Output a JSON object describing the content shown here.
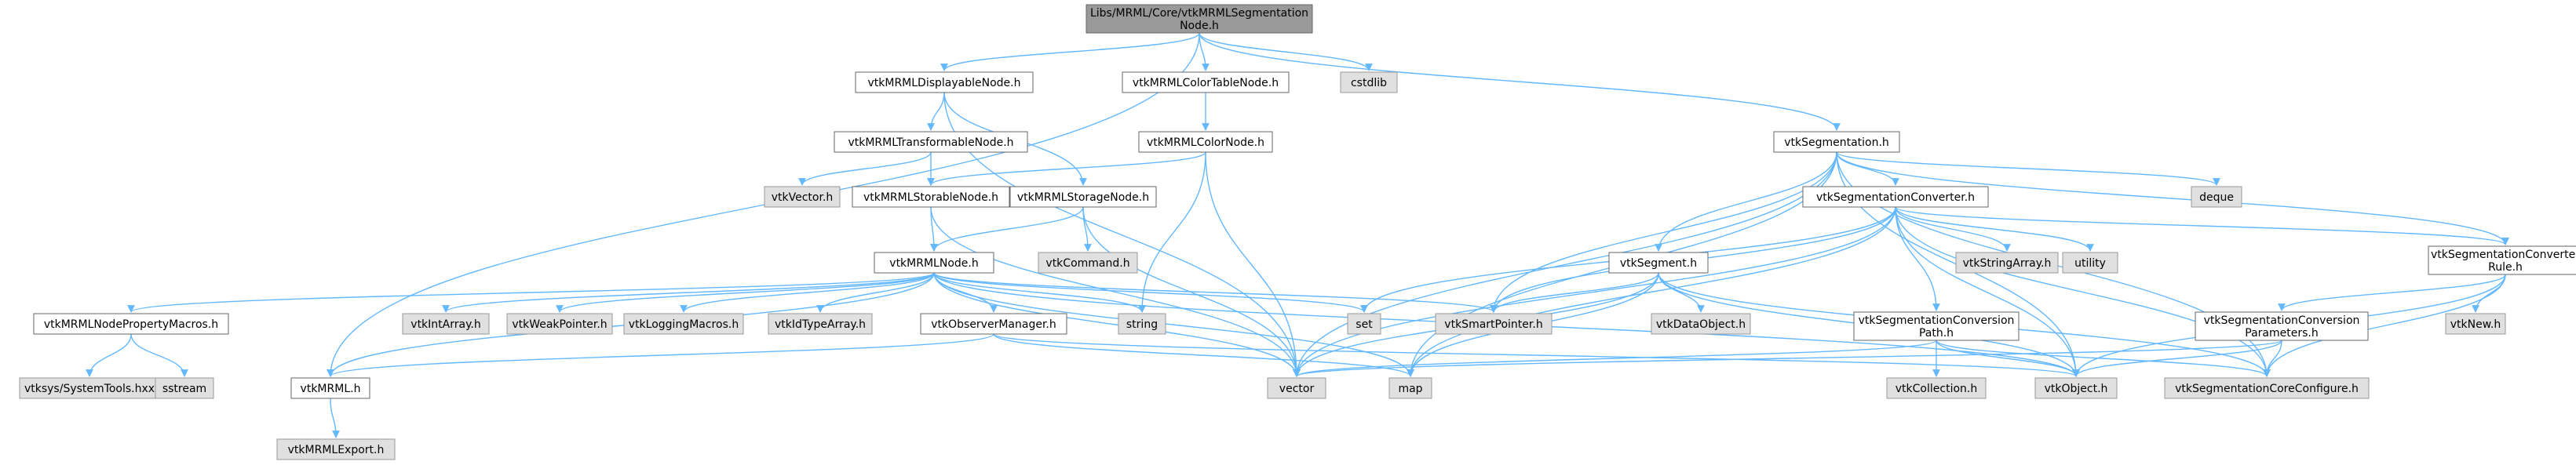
{
  "diagram": {
    "edge_color": "#63b8ff",
    "root_fill": "#999999",
    "doc_fill": "#ffffff",
    "external_fill": "#e0e0e0",
    "nodes": {
      "root": {
        "lines": [
          "Libs/MRML/Core/vtkMRMLSegmentation",
          "Node.h"
        ],
        "kind": "root"
      },
      "displayable": {
        "lines": [
          "vtkMRMLDisplayableNode.h"
        ],
        "kind": "doc"
      },
      "colortable": {
        "lines": [
          "vtkMRMLColorTableNode.h"
        ],
        "kind": "doc"
      },
      "cstdlib": {
        "lines": [
          "cstdlib"
        ],
        "kind": "ext"
      },
      "transformable": {
        "lines": [
          "vtkMRMLTransformableNode.h"
        ],
        "kind": "doc"
      },
      "colornode": {
        "lines": [
          "vtkMRMLColorNode.h"
        ],
        "kind": "doc"
      },
      "segmentation": {
        "lines": [
          "vtkSegmentation.h"
        ],
        "kind": "doc"
      },
      "vtkvector": {
        "lines": [
          "vtkVector.h"
        ],
        "kind": "ext"
      },
      "storable": {
        "lines": [
          "vtkMRMLStorableNode.h"
        ],
        "kind": "doc"
      },
      "storage": {
        "lines": [
          "vtkMRMLStorageNode.h"
        ],
        "kind": "doc"
      },
      "segconverter": {
        "lines": [
          "vtkSegmentationConverter.h"
        ],
        "kind": "doc"
      },
      "deque": {
        "lines": [
          "deque"
        ],
        "kind": "ext"
      },
      "vtkcommand": {
        "lines": [
          "vtkCommand.h"
        ],
        "kind": "ext"
      },
      "mrmlnode": {
        "lines": [
          "vtkMRMLNode.h"
        ],
        "kind": "doc"
      },
      "stringarray": {
        "lines": [
          "vtkStringArray.h"
        ],
        "kind": "ext"
      },
      "utility": {
        "lines": [
          "utility"
        ],
        "kind": "ext"
      },
      "convrule": {
        "lines": [
          "vtkSegmentationConverter",
          "Rule.h"
        ],
        "kind": "doc"
      },
      "segment": {
        "lines": [
          "vtkSegment.h"
        ],
        "kind": "doc"
      },
      "propmacros": {
        "lines": [
          "vtkMRMLNodePropertyMacros.h"
        ],
        "kind": "doc"
      },
      "intarray": {
        "lines": [
          "vtkIntArray.h"
        ],
        "kind": "ext"
      },
      "weakptr": {
        "lines": [
          "vtkWeakPointer.h"
        ],
        "kind": "ext"
      },
      "logmacros": {
        "lines": [
          "vtkLoggingMacros.h"
        ],
        "kind": "ext"
      },
      "idtypearray": {
        "lines": [
          "vtkIdTypeArray.h"
        ],
        "kind": "ext"
      },
      "obsmanager": {
        "lines": [
          "vtkObserverManager.h"
        ],
        "kind": "doc"
      },
      "string": {
        "lines": [
          "string"
        ],
        "kind": "ext"
      },
      "set": {
        "lines": [
          "set"
        ],
        "kind": "ext"
      },
      "smartptr": {
        "lines": [
          "vtkSmartPointer.h"
        ],
        "kind": "ext"
      },
      "dataobject": {
        "lines": [
          "vtkDataObject.h"
        ],
        "kind": "ext"
      },
      "convpath": {
        "lines": [
          "vtkSegmentationConversion",
          "Path.h"
        ],
        "kind": "doc"
      },
      "convparams": {
        "lines": [
          "vtkSegmentationConversion",
          "Parameters.h"
        ],
        "kind": "doc"
      },
      "vtknew": {
        "lines": [
          "vtkNew.h"
        ],
        "kind": "ext"
      },
      "systools": {
        "lines": [
          "vtksys/SystemTools.hxx"
        ],
        "kind": "ext"
      },
      "sstream": {
        "lines": [
          "sstream"
        ],
        "kind": "ext"
      },
      "vtkmrml": {
        "lines": [
          "vtkMRML.h"
        ],
        "kind": "doc"
      },
      "vector": {
        "lines": [
          "vector"
        ],
        "kind": "ext"
      },
      "map": {
        "lines": [
          "map"
        ],
        "kind": "ext"
      },
      "collection": {
        "lines": [
          "vtkCollection.h"
        ],
        "kind": "ext"
      },
      "vtkobject": {
        "lines": [
          "vtkObject.h"
        ],
        "kind": "ext"
      },
      "coreconfig": {
        "lines": [
          "vtkSegmentationCoreConfigure.h"
        ],
        "kind": "ext"
      },
      "mrmlexport": {
        "lines": [
          "vtkMRMLExport.h"
        ],
        "kind": "ext"
      }
    },
    "edges": [
      [
        "root",
        "displayable"
      ],
      [
        "root",
        "colortable"
      ],
      [
        "root",
        "cstdlib"
      ],
      [
        "root",
        "segmentation"
      ],
      [
        "root",
        "vtkmrml"
      ],
      [
        "displayable",
        "transformable"
      ],
      [
        "displayable",
        "storage"
      ],
      [
        "displayable",
        "vector"
      ],
      [
        "colortable",
        "colornode"
      ],
      [
        "colornode",
        "storable"
      ],
      [
        "colornode",
        "string"
      ],
      [
        "colornode",
        "vector"
      ],
      [
        "transformable",
        "vtkvector"
      ],
      [
        "transformable",
        "storable"
      ],
      [
        "storable",
        "mrmlnode"
      ],
      [
        "storable",
        "vector"
      ],
      [
        "storage",
        "mrmlnode"
      ],
      [
        "storage",
        "vtkcommand"
      ],
      [
        "storage",
        "vector"
      ],
      [
        "segmentation",
        "segconverter"
      ],
      [
        "segmentation",
        "deque"
      ],
      [
        "segmentation",
        "convrule"
      ],
      [
        "segmentation",
        "segment"
      ],
      [
        "segmentation",
        "smartptr"
      ],
      [
        "segmentation",
        "vtkobject"
      ],
      [
        "segmentation",
        "coreconfig"
      ],
      [
        "segmentation",
        "map"
      ],
      [
        "segmentation",
        "vector"
      ],
      [
        "segconverter",
        "stringarray"
      ],
      [
        "segconverter",
        "utility"
      ],
      [
        "segconverter",
        "convrule"
      ],
      [
        "segconverter",
        "convpath"
      ],
      [
        "segconverter",
        "set"
      ],
      [
        "segconverter",
        "smartptr"
      ],
      [
        "segconverter",
        "vtkobject"
      ],
      [
        "segconverter",
        "coreconfig"
      ],
      [
        "segconverter",
        "map"
      ],
      [
        "segconverter",
        "vector"
      ],
      [
        "convrule",
        "convparams"
      ],
      [
        "convrule",
        "vtknew"
      ],
      [
        "convrule",
        "vtkobject"
      ],
      [
        "convrule",
        "coreconfig"
      ],
      [
        "convparams",
        "vtkobject"
      ],
      [
        "convparams",
        "coreconfig"
      ],
      [
        "convparams",
        "vector"
      ],
      [
        "convpath",
        "collection"
      ],
      [
        "convpath",
        "vtkobject"
      ],
      [
        "convpath",
        "coreconfig"
      ],
      [
        "convpath",
        "vector"
      ],
      [
        "segment",
        "dataobject"
      ],
      [
        "segment",
        "smartptr"
      ],
      [
        "segment",
        "vtkobject"
      ],
      [
        "segment",
        "coreconfig"
      ],
      [
        "segment",
        "map"
      ],
      [
        "segment",
        "vector"
      ],
      [
        "mrmlnode",
        "propmacros"
      ],
      [
        "mrmlnode",
        "intarray"
      ],
      [
        "mrmlnode",
        "weakptr"
      ],
      [
        "mrmlnode",
        "logmacros"
      ],
      [
        "mrmlnode",
        "idtypearray"
      ],
      [
        "mrmlnode",
        "obsmanager"
      ],
      [
        "mrmlnode",
        "string"
      ],
      [
        "mrmlnode",
        "set"
      ],
      [
        "mrmlnode",
        "smartptr"
      ],
      [
        "mrmlnode",
        "vtkmrml"
      ],
      [
        "mrmlnode",
        "vector"
      ],
      [
        "mrmlnode",
        "map"
      ],
      [
        "mrmlnode",
        "vtkobject"
      ],
      [
        "propmacros",
        "systools"
      ],
      [
        "propmacros",
        "sstream"
      ],
      [
        "obsmanager",
        "vtkmrml"
      ],
      [
        "obsmanager",
        "vtkobject"
      ],
      [
        "obsmanager",
        "map"
      ],
      [
        "vtkmrml",
        "mrmlexport"
      ]
    ]
  }
}
